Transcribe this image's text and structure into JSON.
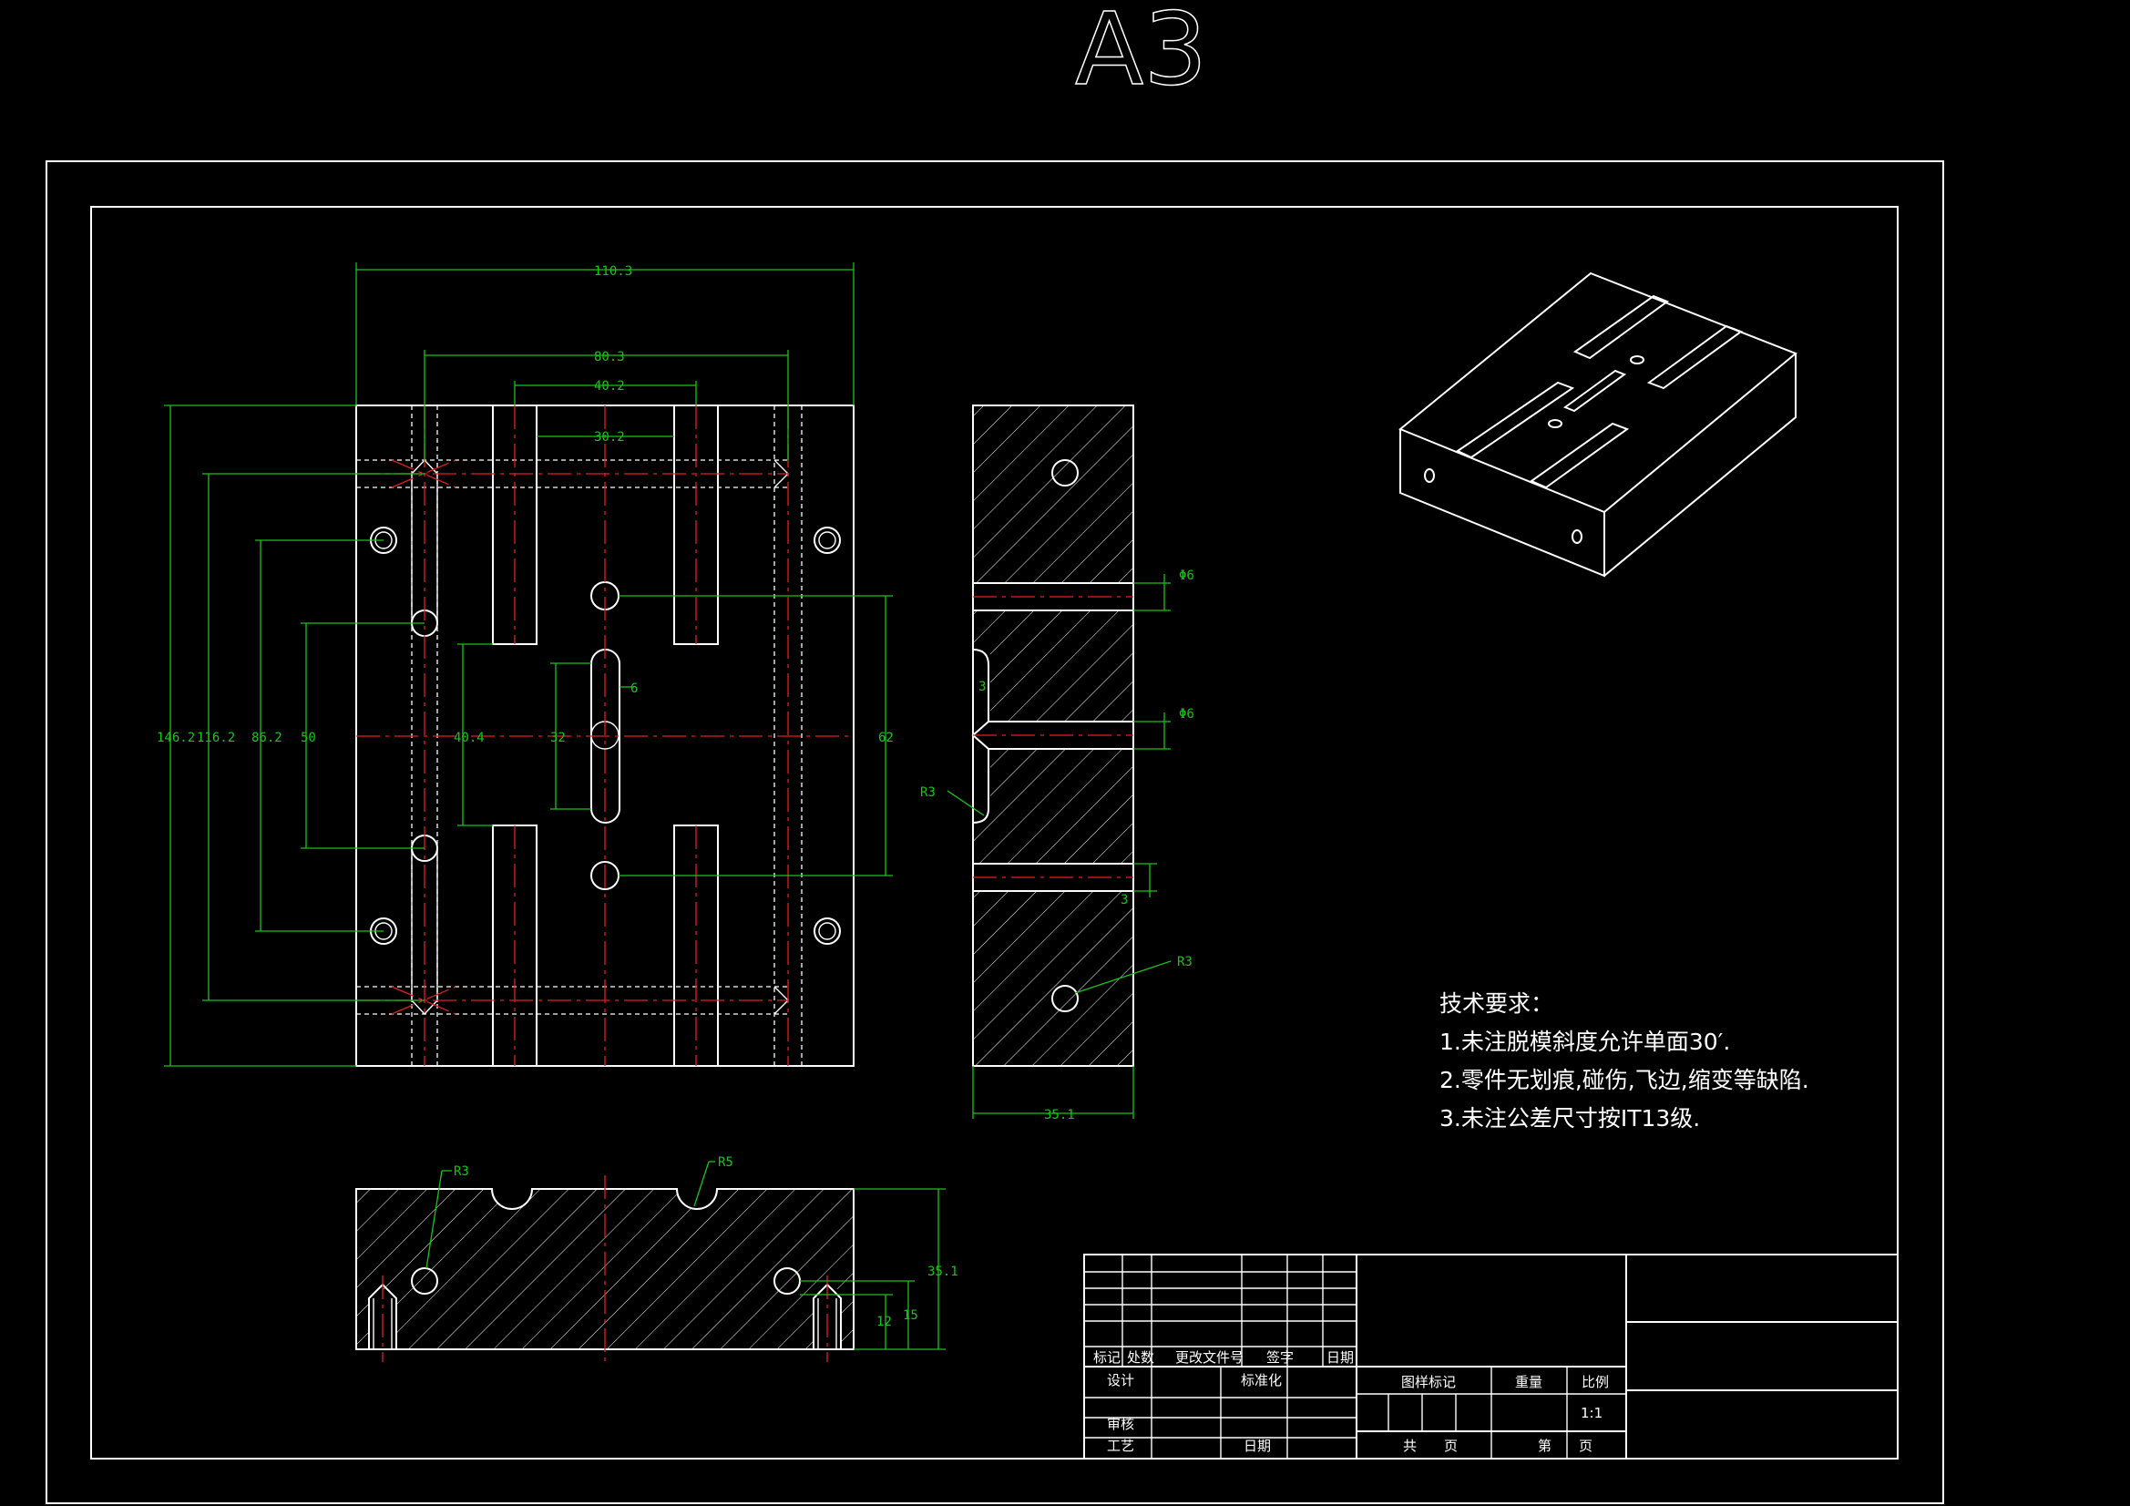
{
  "sheet": {
    "size_label": "A3"
  },
  "front_view": {
    "dims": {
      "overall_width": "110.3",
      "slot_outer": "80.3",
      "slot_inner": "40.2",
      "slot_gap": "30.2",
      "overall_height": "146.2",
      "h116": "116.2",
      "h86": "86.2",
      "h50": "50",
      "h40": "40.4",
      "h32": "32",
      "slot_w": "6",
      "h62": "62"
    }
  },
  "side_view": {
    "dims": {
      "hole_a": "Φ6",
      "hole_b": "Φ6",
      "radius_left": "R3",
      "radius_right": "R3",
      "thickness": "35.1",
      "small_a": "3",
      "small_b": "3"
    }
  },
  "bottom_view": {
    "dims": {
      "r_left": "R3",
      "r_right": "R5",
      "height": "35.1",
      "h12": "12",
      "h15": "15"
    }
  },
  "tech_requirements": {
    "heading": "技术要求：",
    "items": [
      "1.未注脱模斜度允许单面30′.",
      "2.零件无划痕,碰伤,飞边,缩变等缺陷.",
      "3.未注公差尺寸按IT13级."
    ]
  },
  "title_block": {
    "rev_headers": [
      "标记",
      "处数",
      "更改文件号",
      "签字",
      "日期"
    ],
    "design": "设计",
    "standardize": "标准化",
    "review": "审核",
    "process": "工艺",
    "date": "日期",
    "drawing_mark": "图样标记",
    "weight": "重量",
    "scale_label": "比例",
    "scale_value": "1:1",
    "total": "共",
    "sheet_word": "页",
    "nth": "第",
    "sheet_word2": "页"
  }
}
